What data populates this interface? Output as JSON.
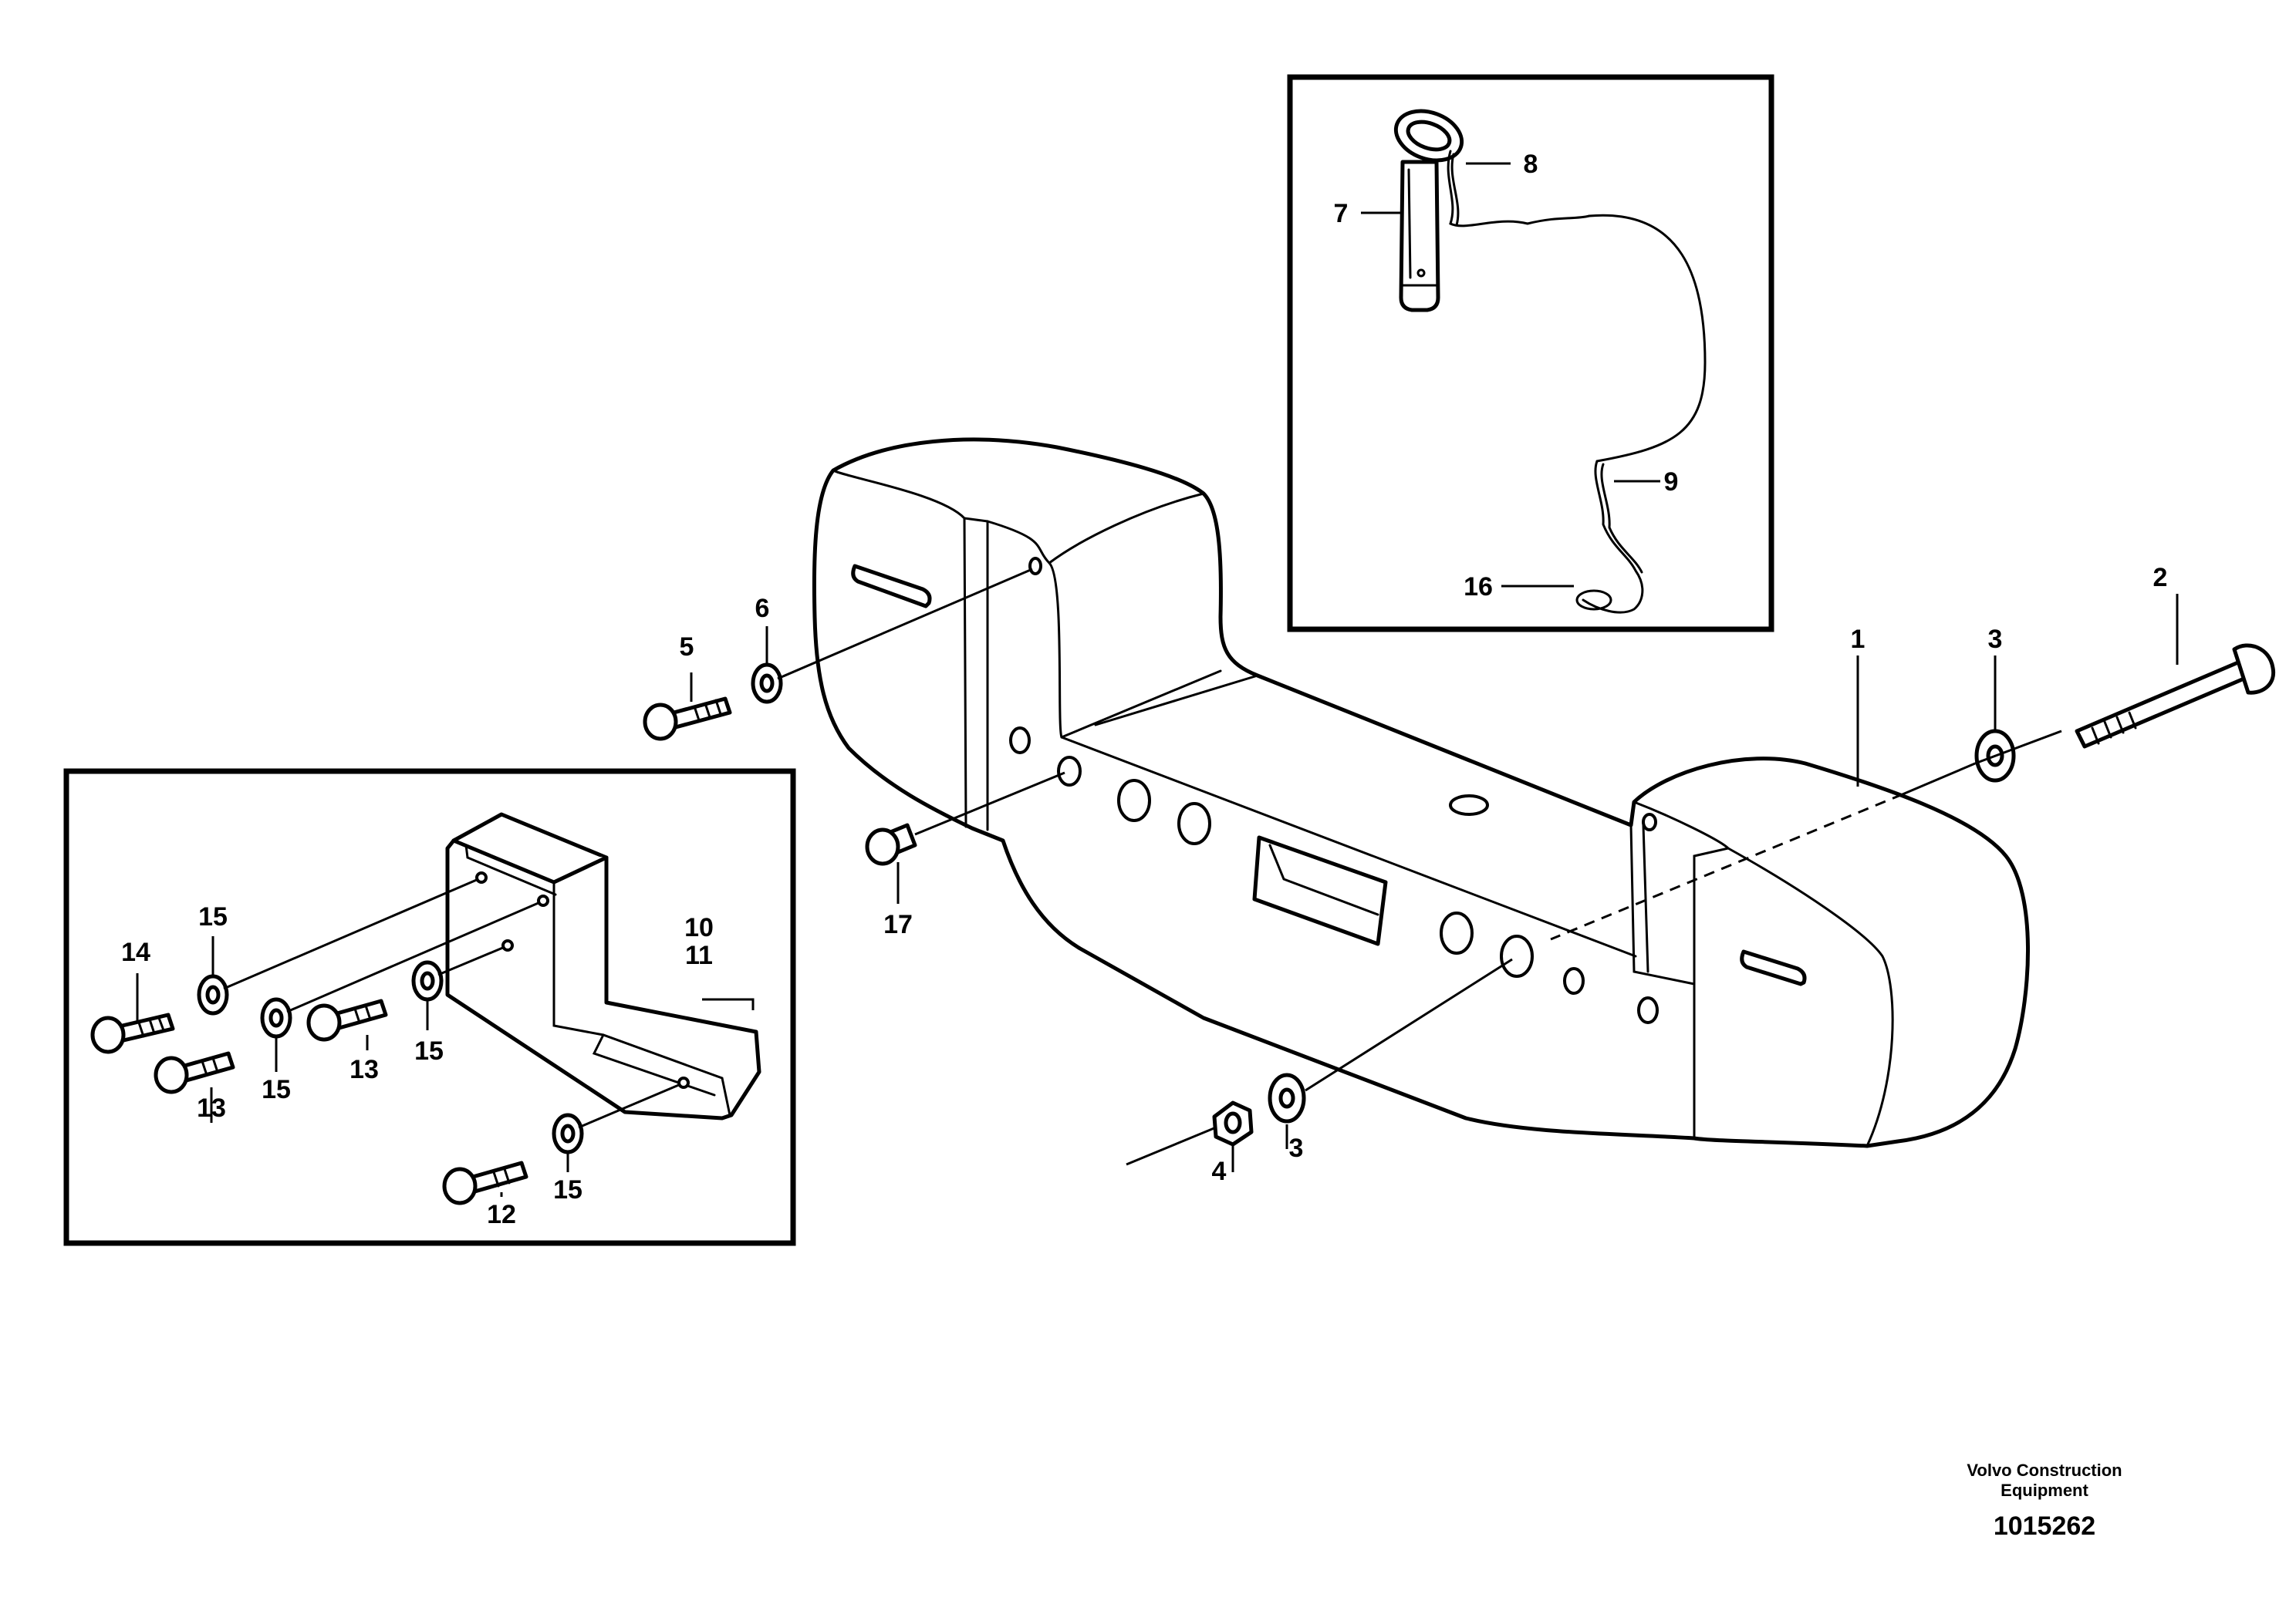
{
  "labels": {
    "p1": "1",
    "p2": "2",
    "p3a": "3",
    "p3b": "3",
    "p4": "4",
    "p5": "5",
    "p6": "6",
    "p7": "7",
    "p8": "8",
    "p9": "9",
    "p10": "10",
    "p11": "11",
    "p12": "12",
    "p13a": "13",
    "p13b": "13",
    "p14": "14",
    "p15a": "15",
    "p15b": "15",
    "p15c": "15",
    "p15d": "15",
    "p16": "16",
    "p17": "17"
  },
  "footer": {
    "line1": "Volvo Construction",
    "line2": "Equipment",
    "ref": "1015262"
  }
}
